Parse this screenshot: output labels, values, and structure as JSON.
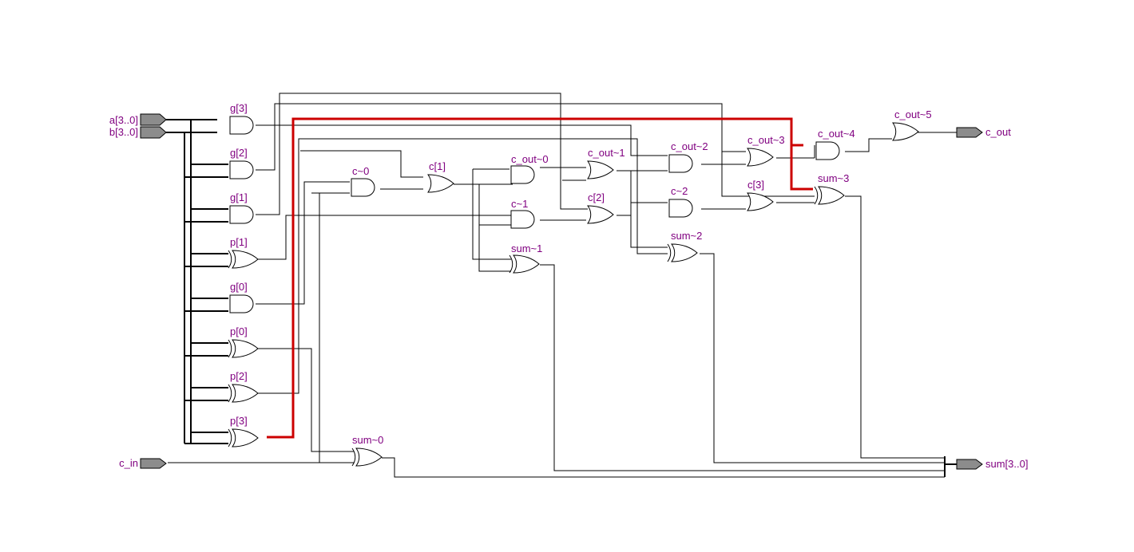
{
  "colors": {
    "wire": "#000000",
    "highlight": "#cc0000",
    "label": "#800080",
    "pin": "#8c8c8c",
    "background": "#ffffff"
  },
  "inputs": {
    "a": "a[3..0]",
    "b": "b[3..0]",
    "c_in": "c_in"
  },
  "outputs": {
    "c_out": "c_out",
    "sum": "sum[3..0]"
  },
  "gates": [
    {
      "id": "g3",
      "label": "g[3]",
      "type": "and"
    },
    {
      "id": "g2",
      "label": "g[2]",
      "type": "and"
    },
    {
      "id": "g1",
      "label": "g[1]",
      "type": "and"
    },
    {
      "id": "p1",
      "label": "p[1]",
      "type": "xor"
    },
    {
      "id": "g0",
      "label": "g[0]",
      "type": "and"
    },
    {
      "id": "p0",
      "label": "p[0]",
      "type": "xor"
    },
    {
      "id": "p2",
      "label": "p[2]",
      "type": "xor"
    },
    {
      "id": "p3",
      "label": "p[3]",
      "type": "xor"
    },
    {
      "id": "c0",
      "label": "c~0",
      "type": "and"
    },
    {
      "id": "c1b",
      "label": "c[1]",
      "type": "or"
    },
    {
      "id": "cout0",
      "label": "c_out~0",
      "type": "and"
    },
    {
      "id": "ct1",
      "label": "c~1",
      "type": "and"
    },
    {
      "id": "sum1",
      "label": "sum~1",
      "type": "xor"
    },
    {
      "id": "cout1",
      "label": "c_out~1",
      "type": "or"
    },
    {
      "id": "c2b",
      "label": "c[2]",
      "type": "or"
    },
    {
      "id": "cout2",
      "label": "c_out~2",
      "type": "and"
    },
    {
      "id": "ct2",
      "label": "c~2",
      "type": "and"
    },
    {
      "id": "sum2",
      "label": "sum~2",
      "type": "xor"
    },
    {
      "id": "cout3",
      "label": "c_out~3",
      "type": "or"
    },
    {
      "id": "c3b",
      "label": "c[3]",
      "type": "or"
    },
    {
      "id": "cout4",
      "label": "c_out~4",
      "type": "and"
    },
    {
      "id": "sum3",
      "label": "sum~3",
      "type": "xor"
    },
    {
      "id": "cout5",
      "label": "c_out~5",
      "type": "or"
    },
    {
      "id": "sum0",
      "label": "sum~0",
      "type": "xor"
    }
  ]
}
